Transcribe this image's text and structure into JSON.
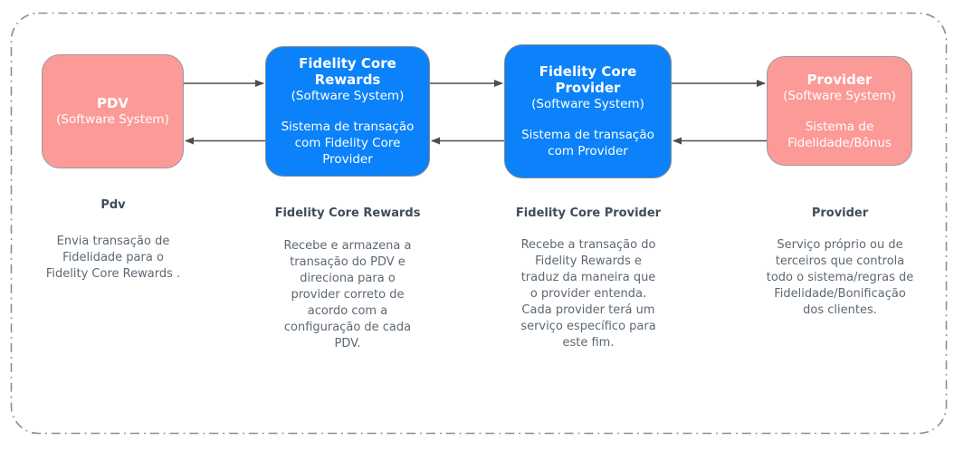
{
  "diagram": {
    "kind": "software-system-context-diagram",
    "colors": {
      "pink_box": "#fc9a98",
      "blue_box": "#0b82f9",
      "box_text": "#ffffff",
      "arrow": "#4d4d4d",
      "boundary_border": "#8f8f8f",
      "caption_label": "#414b5a",
      "caption_summary": "#5c6873"
    },
    "systems": [
      {
        "box": {
          "name": "PDV",
          "type": "(Software System)",
          "desc": ""
        },
        "label": "Pdv",
        "summary": "Envia transação de\nFidelidade para o\nFidelity Core Rewards ."
      },
      {
        "box": {
          "name": "Fidelity Core\nRewards",
          "type": "(Software System)",
          "desc": "Sistema de transação\ncom Fidelity Core\nProvider"
        },
        "label": "Fidelity Core Rewards",
        "summary": "Recebe e armazena a\ntransação do PDV e\ndireciona para o\nprovider correto de\nacordo com a\nconfiguração de cada\nPDV."
      },
      {
        "box": {
          "name": "Fidelity Core\nProvider",
          "type": "(Software System)",
          "desc": "Sistema de transação\ncom Provider"
        },
        "label": "Fidelity Core Provider",
        "summary": "Recebe a transação do\nFidelity Rewards e\ntraduz da maneira que\no provider entenda.\nCada provider terá um\nserviço específico para\neste fim."
      },
      {
        "box": {
          "name": "Provider",
          "type": "(Software System)",
          "desc": "Sistema de\nFidelidade/Bônus"
        },
        "label": "Provider",
        "summary": "Serviço próprio ou de\nterceiros que controla\ntodo o sistema/regras de\nFidelidade/Bonificação\ndos clientes."
      }
    ]
  }
}
